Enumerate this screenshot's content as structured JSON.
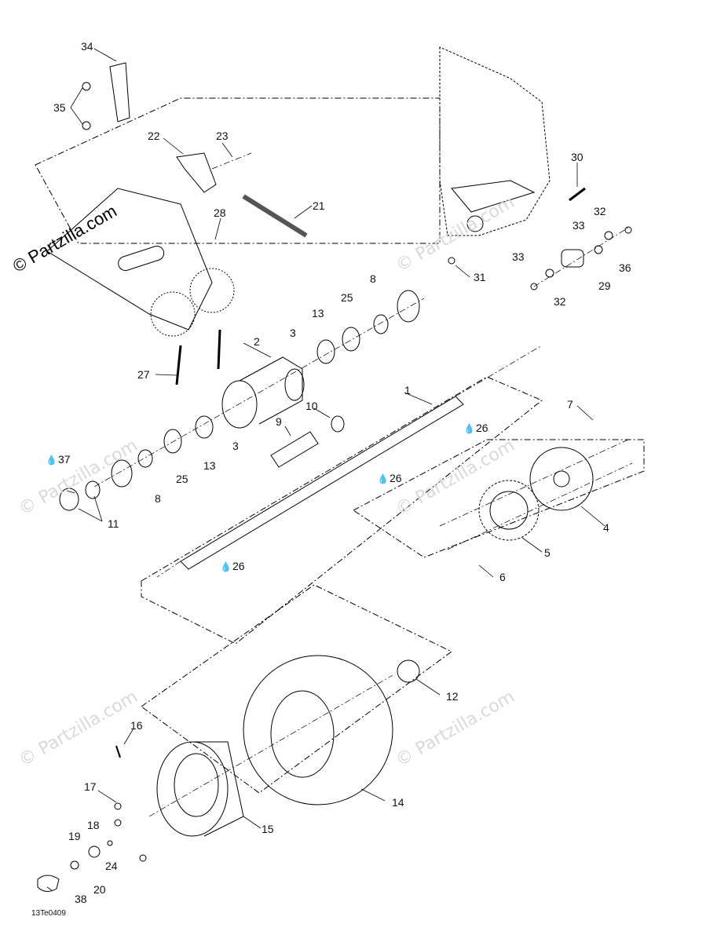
{
  "watermark": {
    "text": "© Partzilla.com",
    "main_text": "© Partzilla.com"
  },
  "figure_code": "13Te0409",
  "callouts": [
    {
      "id": "34",
      "label": "34"
    },
    {
      "id": "35",
      "label": "35"
    },
    {
      "id": "22",
      "label": "22"
    },
    {
      "id": "23",
      "label": "23"
    },
    {
      "id": "21",
      "label": "21"
    },
    {
      "id": "28",
      "label": "28"
    },
    {
      "id": "27",
      "label": "27"
    },
    {
      "id": "30",
      "label": "30"
    },
    {
      "id": "32a",
      "label": "32"
    },
    {
      "id": "33a",
      "label": "33"
    },
    {
      "id": "36",
      "label": "36"
    },
    {
      "id": "33b",
      "label": "33"
    },
    {
      "id": "29",
      "label": "29"
    },
    {
      "id": "31",
      "label": "31"
    },
    {
      "id": "32b",
      "label": "32"
    },
    {
      "id": "8a",
      "label": "8"
    },
    {
      "id": "25a",
      "label": "25"
    },
    {
      "id": "13a",
      "label": "13"
    },
    {
      "id": "3a",
      "label": "3"
    },
    {
      "id": "2",
      "label": "2"
    },
    {
      "id": "1",
      "label": "1"
    },
    {
      "id": "26a",
      "label": "26"
    },
    {
      "id": "10",
      "label": "10"
    },
    {
      "id": "9",
      "label": "9"
    },
    {
      "id": "7",
      "label": "7"
    },
    {
      "id": "3b",
      "label": "3"
    },
    {
      "id": "13b",
      "label": "13"
    },
    {
      "id": "25b",
      "label": "25"
    },
    {
      "id": "8b",
      "label": "8"
    },
    {
      "id": "37",
      "label": "37"
    },
    {
      "id": "11",
      "label": "11"
    },
    {
      "id": "26b",
      "label": "26"
    },
    {
      "id": "4",
      "label": "4"
    },
    {
      "id": "5",
      "label": "5"
    },
    {
      "id": "6",
      "label": "6"
    },
    {
      "id": "26c",
      "label": "26"
    },
    {
      "id": "12",
      "label": "12"
    },
    {
      "id": "16",
      "label": "16"
    },
    {
      "id": "14",
      "label": "14"
    },
    {
      "id": "17",
      "label": "17"
    },
    {
      "id": "15",
      "label": "15"
    },
    {
      "id": "18",
      "label": "18"
    },
    {
      "id": "19",
      "label": "19"
    },
    {
      "id": "24",
      "label": "24"
    },
    {
      "id": "20",
      "label": "20"
    },
    {
      "id": "38",
      "label": "38"
    }
  ]
}
